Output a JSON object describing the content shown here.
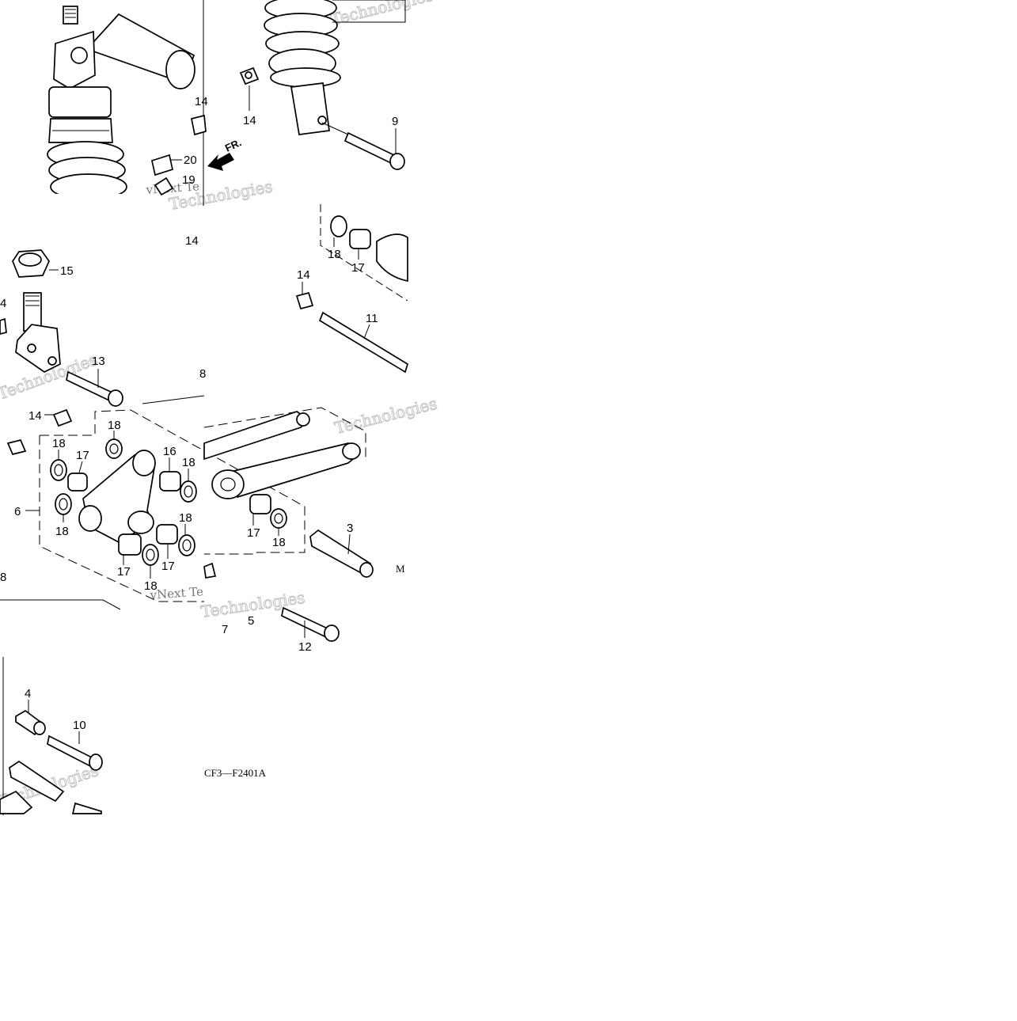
{
  "diagram": {
    "code": "CF3—F2401A",
    "front_arrow": "FR.",
    "watermark_word": "Technologies",
    "watermark_prefix": "vNext Te",
    "labels": [
      {
        "id": "l-14a",
        "text": "14"
      },
      {
        "id": "l-14b",
        "text": "14"
      },
      {
        "id": "l-9",
        "text": "9"
      },
      {
        "id": "l-20",
        "text": "20"
      },
      {
        "id": "l-19",
        "text": "19"
      },
      {
        "id": "l-14c",
        "text": "14"
      },
      {
        "id": "l-15",
        "text": "15"
      },
      {
        "id": "l-4a",
        "text": "4"
      },
      {
        "id": "l-18a",
        "text": "18"
      },
      {
        "id": "l-17a",
        "text": "17"
      },
      {
        "id": "l-14d",
        "text": "14"
      },
      {
        "id": "l-11",
        "text": "11"
      },
      {
        "id": "l-13",
        "text": "13"
      },
      {
        "id": "l-8",
        "text": "8"
      },
      {
        "id": "l-14e",
        "text": "14"
      },
      {
        "id": "l-18b",
        "text": "18"
      },
      {
        "id": "l-18c",
        "text": "18"
      },
      {
        "id": "l-17b",
        "text": "17"
      },
      {
        "id": "l-16",
        "text": "16"
      },
      {
        "id": "l-18d",
        "text": "18"
      },
      {
        "id": "l-6",
        "text": "6"
      },
      {
        "id": "l-18e",
        "text": "18"
      },
      {
        "id": "l-18f",
        "text": "18"
      },
      {
        "id": "l-17c",
        "text": "17"
      },
      {
        "id": "l-17d",
        "text": "17"
      },
      {
        "id": "l-18g",
        "text": "18"
      },
      {
        "id": "l-17e",
        "text": "17"
      },
      {
        "id": "l-18h",
        "text": "18"
      },
      {
        "id": "l-3",
        "text": "3"
      },
      {
        "id": "l-m",
        "text": "M"
      },
      {
        "id": "l-8b",
        "text": "8"
      },
      {
        "id": "l-7",
        "text": "7"
      },
      {
        "id": "l-5",
        "text": "5"
      },
      {
        "id": "l-12",
        "text": "12"
      },
      {
        "id": "l-4b",
        "text": "4"
      },
      {
        "id": "l-10",
        "text": "10"
      }
    ]
  }
}
